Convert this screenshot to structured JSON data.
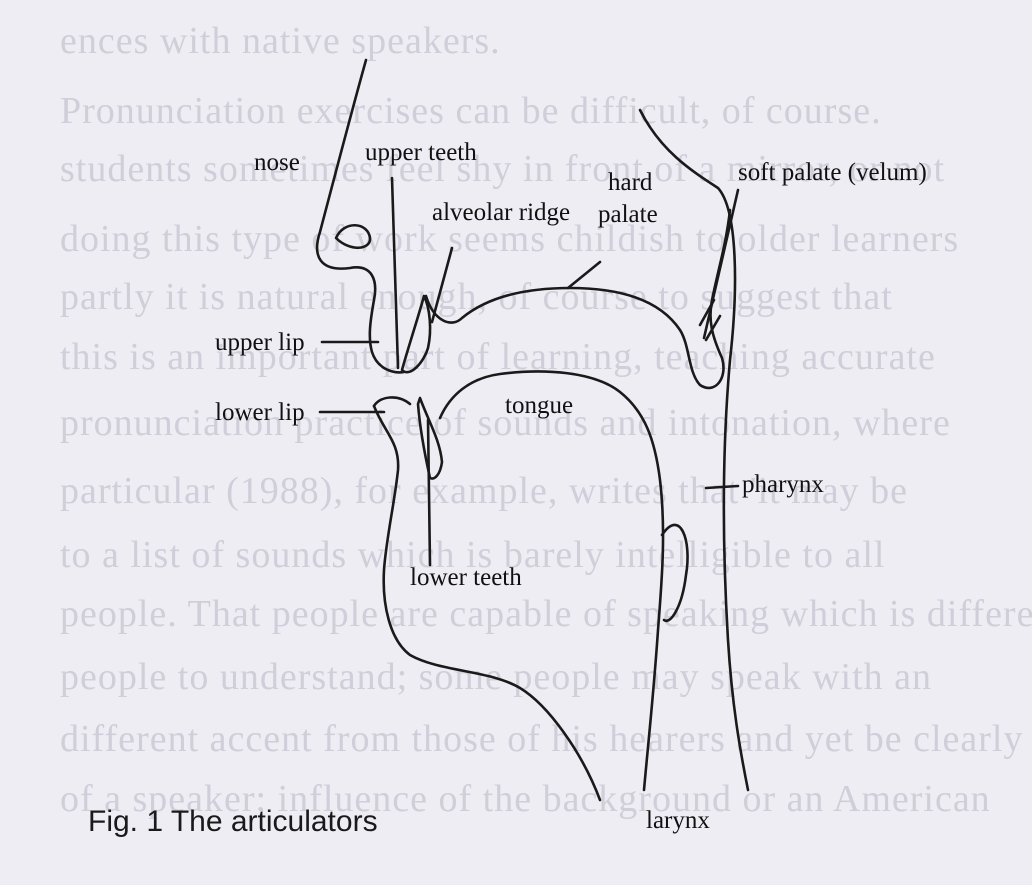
{
  "figure": {
    "caption": "Fig. 1 The articulators",
    "labels": {
      "nose": "nose",
      "upper_teeth": "upper teeth",
      "alveolar_ridge": "alveolar ridge",
      "hard_palate_line1": "hard",
      "hard_palate_line2": "palate",
      "soft_palate": "soft palate (velum)",
      "upper_lip": "upper lip",
      "lower_lip": "lower lip",
      "tongue": "tongue",
      "pharynx": "pharynx",
      "lower_teeth": "lower teeth",
      "larynx": "larynx"
    }
  },
  "background_text": [
    "ences with native speakers.",
    "Pronunciation exercises can be difficult, of course.",
    "students sometimes feel shy in front of a mirror, or not",
    "doing this type of work seems childish to older learners",
    "partly it is natural enough, of course to suggest that",
    "this is an important part of learning, teaching accurate",
    "pronunciation practice of sounds and intonation, where",
    "particular (1988), for example, writes that 'it may be",
    "to a list of sounds which is barely intelligible to all",
    "people. That people are capable of speaking which is different",
    "people to understand; some people may speak with an",
    "different accent from those of his hearers and yet be clearly familiar",
    "of a speaker; influence of the background or an American"
  ]
}
